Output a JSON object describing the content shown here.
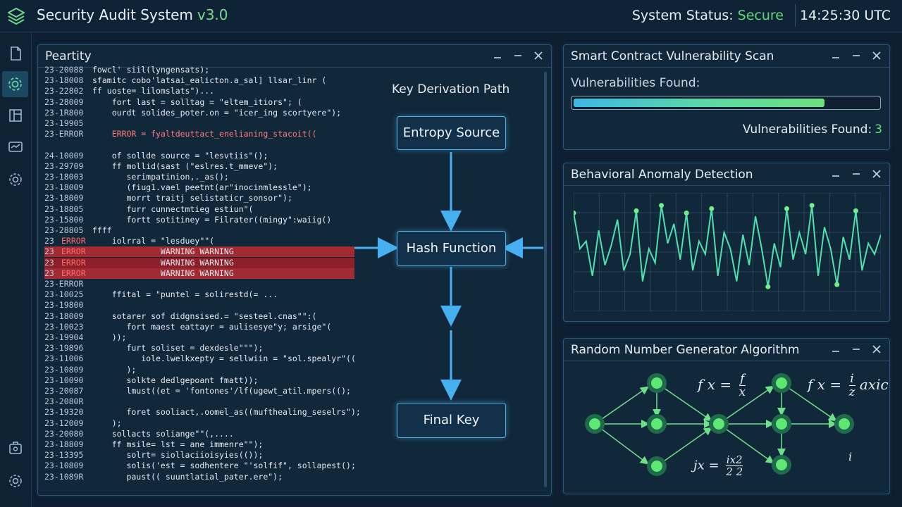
{
  "app": {
    "title": "Security Audit System",
    "version": "v3.0"
  },
  "status": {
    "label": "System Status:",
    "value": "Secure"
  },
  "clock": "14:25:30 UTC",
  "sidebar": {
    "items": [
      {
        "icon": "document-icon"
      },
      {
        "icon": "gear-icon",
        "active": true
      },
      {
        "icon": "layout-icon"
      },
      {
        "icon": "monitor-icon"
      },
      {
        "icon": "settings-icon"
      },
      {
        "icon": "shield-settings-icon"
      },
      {
        "icon": "gear-bottom-icon"
      }
    ]
  },
  "code_panel": {
    "title": "Peartity",
    "lines": [
      {
        "ln": "23-20088",
        "text": "fowcl' siil(lyngensats);"
      },
      {
        "ln": "23-18008",
        "text": "sfamitc cobo'latsai_ealicton.a_sal] llsar_linr ("
      },
      {
        "ln": "23-22802",
        "text": "ff uoste= lilomslats\")..."
      },
      {
        "ln": "23-28009",
        "text": "    fort last = solltag = \"eltem_itiors\"; ("
      },
      {
        "ln": "23-1R800",
        "text": "    ourdt solides_poter.on = \"icer_ing scortyere\");"
      },
      {
        "ln": "23-19905",
        "text": ""
      },
      {
        "ln": "23-ERROR",
        "text": "    ERROR = fyaltdeuttact_enelianing_stacoit(("
      },
      {
        "ln": "",
        "text": ""
      },
      {
        "ln": "24-10009",
        "text": "    of sollde source = \"lesvtiis\"();"
      },
      {
        "ln": "23-29709",
        "text": "    ff mollid(sast (\"eslres.t_mmeve\");"
      },
      {
        "ln": "23-18003",
        "text": "       serimpatinion,._as();"
      },
      {
        "ln": "23-18009",
        "text": "       (fiug1.vael peetnt(ar\"inocinmlessle\");"
      },
      {
        "ln": "23-18009",
        "text": "       morrt traitj selistaticr_sonsor\");"
      },
      {
        "ln": "23-18805",
        "text": "       furr cunnectmtieg estiun\"("
      },
      {
        "ln": "23-15800",
        "text": "       fortt sotitiney = Filrater((mingy\":waiig()"
      },
      {
        "ln": "23-28805",
        "text": "ffff"
      },
      {
        "ln": "23",
        "tag": "ERROR",
        "text": "    iolrral = \"lesduey\"\"("
      },
      {
        "ln": "23",
        "tag": "ERROR",
        "text": "              WARNING WARNING",
        "warn": true
      },
      {
        "ln": "23",
        "tag": "ERROR",
        "text": "              WARNING WARNING",
        "warn": true
      },
      {
        "ln": "23",
        "tag": "ERROR",
        "text": "              WARNING WARNING",
        "warn": true
      },
      {
        "ln": "23-ERROR",
        "text": ""
      },
      {
        "ln": "23-10025",
        "text": "    ffital = \"puntel = solirestd(= ..."
      },
      {
        "ln": "23-19800",
        "text": ""
      },
      {
        "ln": "23-18009",
        "text": "    sotarer sof didgnsised.= \"sesteel.cnas\"\":("
      },
      {
        "ln": "23-10023",
        "text": "       fort maest eattayr = aulisesye\"y; arsige\"("
      },
      {
        "ln": "23-19904",
        "text": "    ));"
      },
      {
        "ln": "23-19896",
        "text": "       furt soliset = dexdesle\"\"\");"
      },
      {
        "ln": "23-11006",
        "text": "          iole.lwelkxepty = sellwiin = \"sol.spealyr\"(("
      },
      {
        "ln": "23-10809",
        "text": "       );"
      },
      {
        "ln": "23-10090",
        "text": "       solkte dedlgepoant fmatt));"
      },
      {
        "ln": "23-20087",
        "text": "       lmust((et = 'fontones'/lf(ugewt_atil.mpers(();"
      },
      {
        "ln": "23-2080R",
        "text": ""
      },
      {
        "ln": "23-19320",
        "text": "       foret sooliact,.oomel_as((mufthealing_seselrs\");"
      },
      {
        "ln": "23-12009",
        "text": "    );"
      },
      {
        "ln": "23-20080",
        "text": "    sollacts soliange\"\"(,...."
      },
      {
        "ln": "23-18809",
        "text": "    ff msile= lst = ane immenre\"\");"
      },
      {
        "ln": "23-13395",
        "text": "       solrt= siollaciioisyies(());"
      },
      {
        "ln": "23-10809",
        "text": "       solis('est = sodhentere \"'solfif\", sollapest();"
      },
      {
        "ln": "23-1089R",
        "text": "       paust(( suuntlatial_pater.ere\");"
      }
    ]
  },
  "flow": {
    "title": "Key Derivation Path",
    "nodes": [
      "Entropy Source",
      "Hash Function",
      "Final Key"
    ]
  },
  "vuln_panel": {
    "title": "Smart Contract Vulnerability Scan",
    "label": "Vulnerabilities Found:",
    "progress": 0.82,
    "count_label": "Vulnerabilities Found:",
    "count": "3"
  },
  "anomaly_panel": {
    "title": "Behavioral Anomaly Detection",
    "series": [
      0.88,
      0.55,
      0.62,
      0.3,
      0.72,
      0.4,
      0.58,
      0.82,
      0.35,
      0.5,
      0.9,
      0.25,
      0.55,
      0.42,
      0.95,
      0.6,
      0.78,
      0.45,
      0.88,
      0.35,
      0.62,
      0.5,
      0.92,
      0.3,
      0.7,
      0.55,
      0.25,
      0.68,
      0.4,
      0.85,
      0.55,
      0.2,
      0.6,
      0.38,
      0.92,
      0.45,
      0.7,
      0.5,
      0.95,
      0.3,
      0.75,
      0.55,
      0.22,
      0.66,
      0.45,
      0.9,
      0.35,
      0.6,
      0.5,
      0.68
    ],
    "line_color": "#4fe0b0"
  },
  "rng_panel": {
    "title": "Random Number Generator Algorithm",
    "eq1": {
      "lhs": "f x",
      "num": "f",
      "den": "x"
    },
    "eq2": {
      "lhs": "f x",
      "num": "i",
      "den": "z",
      "tail": "axic"
    },
    "eq3": {
      "lhs": "jx",
      "num": "ix2",
      "den": "2  2"
    },
    "eq4": {
      "num": "i"
    }
  }
}
